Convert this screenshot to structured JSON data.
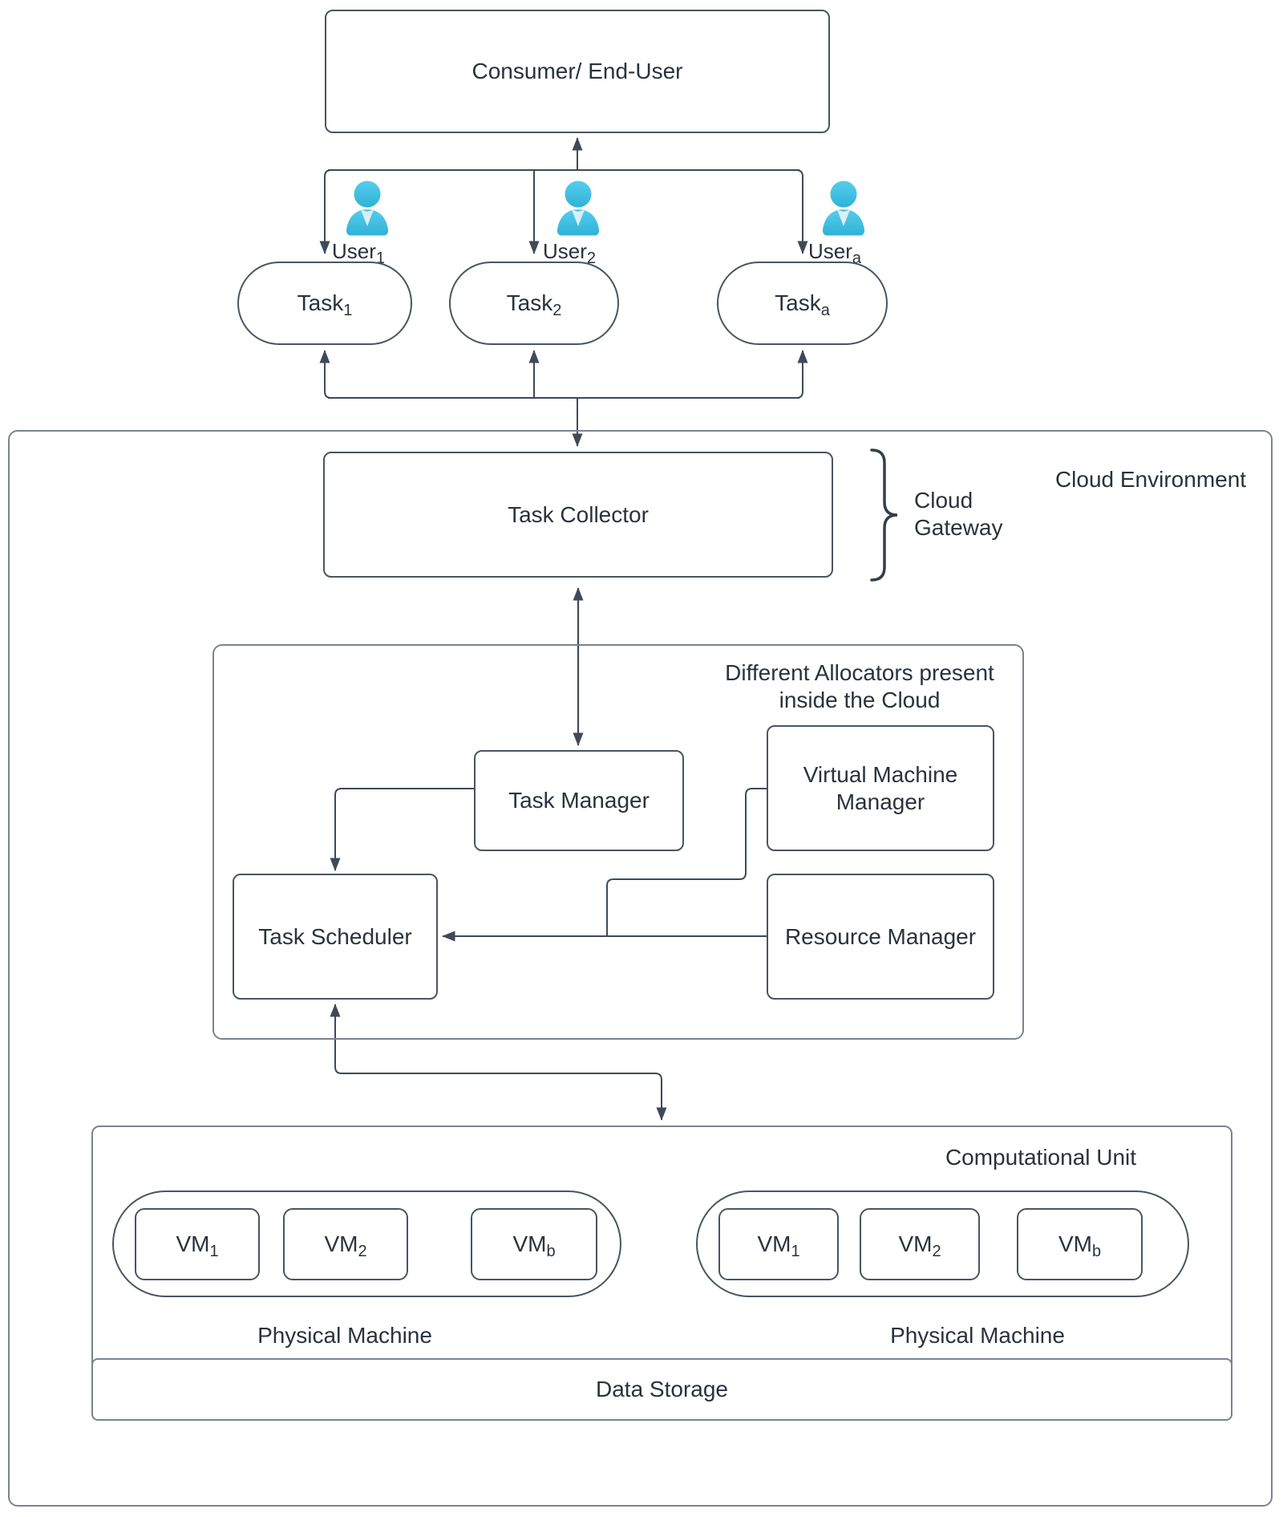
{
  "diagram": {
    "consumer": {
      "label": "Consumer/ End-User"
    },
    "users": [
      {
        "label": "User",
        "sub": "1"
      },
      {
        "label": "User",
        "sub": "2"
      },
      {
        "label": "User",
        "sub": "a"
      }
    ],
    "tasks": [
      {
        "label": "Task",
        "sub": "1"
      },
      {
        "label": "Task",
        "sub": "2"
      },
      {
        "label": "Task",
        "sub": "a"
      }
    ],
    "cloud_environment": {
      "label": "Cloud Environment"
    },
    "cloud_gateway": {
      "line1": "Cloud",
      "line2": "Gateway"
    },
    "task_collector": {
      "label": "Task Collector"
    },
    "allocators_note": {
      "line1": "Different Allocators present",
      "line2": "inside the Cloud"
    },
    "task_manager": {
      "label": "Task Manager"
    },
    "virtual_machine_manager": {
      "line1": "Virtual Machine",
      "line2": "Manager"
    },
    "task_scheduler": {
      "label": "Task Scheduler"
    },
    "resource_manager": {
      "label": "Resource Manager"
    },
    "computational_unit": {
      "label": "Computational Unit"
    },
    "physical_machines": [
      {
        "label": "Physical Machine",
        "vms": [
          {
            "label": "VM",
            "sub": "1"
          },
          {
            "label": "VM",
            "sub": "2"
          },
          {
            "label": "VM",
            "sub": "b"
          }
        ]
      },
      {
        "label": "Physical Machine",
        "vms": [
          {
            "label": "VM",
            "sub": "1"
          },
          {
            "label": "VM",
            "sub": "2"
          },
          {
            "label": "VM",
            "sub": "b"
          }
        ]
      }
    ],
    "data_storage": {
      "label": "Data Storage"
    },
    "colors": {
      "connector": "#3f4a56",
      "box_border": "#4a5560",
      "container_border": "#7c838c",
      "text": "#2b323c",
      "user_icon_light": "#56cdec",
      "user_icon_dark": "#2fb2d8",
      "user_icon_chest": "#dceef5"
    }
  }
}
